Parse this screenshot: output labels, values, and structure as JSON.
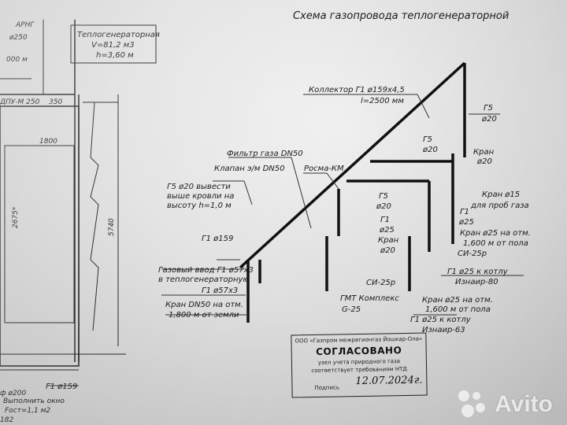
{
  "drawing": {
    "title": "Схема газопровода теплогенераторной",
    "room_label": "Теплогенераторная",
    "room_volume": "V=81,2 м3",
    "room_height": "h=3,60 м",
    "arng": "АРНГ",
    "diam_250": "ø250",
    "mark_000": "000 м",
    "dpu": "ДПУ-М 250",
    "dim_350": "350",
    "dim_1800": "1800",
    "dim_2675": "2675*",
    "dim_5740": "5740",
    "collector": "Коллектор Г1 ø159х4,5",
    "collector_len": "l=2500 мм",
    "g5_top": "Г5",
    "d20_top": "ø20",
    "kran_a": "Кран",
    "kran_a_d": "ø20",
    "kran15": "Кран ø15",
    "kran15_note": "для проб газа",
    "filter": "Фильтр газа DN50",
    "valve": "Клапан э/м DN50",
    "rosma": "Росма-КМ",
    "g5_note_1": "Г5 ø20 вывести",
    "g5_note_2": "выше кровли на",
    "g5_note_3": "высоту h=1,0 м",
    "g5_mid": "Г5",
    "d20_mid": "ø20",
    "g5_mid2": "Г5",
    "d20_mid2": "ø20",
    "g1_a": "Г1",
    "d25_a": "ø25",
    "kran_b": "Кран",
    "kran_b_d": "ø20",
    "g1_r": "Г1",
    "d25_r": "ø25",
    "kran25": "Кран ø25 на отм.",
    "kran25_h": "1,600 м от пола",
    "si25_r": "СИ-25р",
    "g1_boiler_1": "Г1 ø25 к котлу",
    "izn80": "Изнаир-80",
    "g1_159": "Г1 ø159",
    "gas_in_1": "Газовый ввод Г1 ø57х3",
    "gas_in_2": "в теплогенераторную",
    "g1_57": "Г1 ø57х3",
    "kran_dn50": "Кран DN50 на отм.",
    "kran_dn50_h": "1,800 м от земли",
    "gmt_1": "ГМТ Комплекс",
    "gmt_2": "G-25",
    "si25_l": "СИ-25р",
    "kran25_l": "Кран ø25 на отм.",
    "kran25_l_h": "1,600 м от пола",
    "g1_boiler_2": "Г1 ø25 к котлу",
    "izn63": "Изнаир-63",
    "g1_159_bottom": "Г1 ø159",
    "mark_200": "ф ø200",
    "window_1": "Выполнить окно",
    "window_2": "Fост=1,1 м2",
    "mark_182": "182"
  },
  "stamp": {
    "org": "ООО «Газпром межрегионгаз Йошкар-Ола»",
    "title": "СОГЛАСОВАНО",
    "line1": "узел учета природного газа",
    "line2": "соответствует требованиям НТД",
    "date": "12.07.2024г.",
    "sign": "Подпись"
  },
  "watermark": {
    "text": "Avito"
  }
}
